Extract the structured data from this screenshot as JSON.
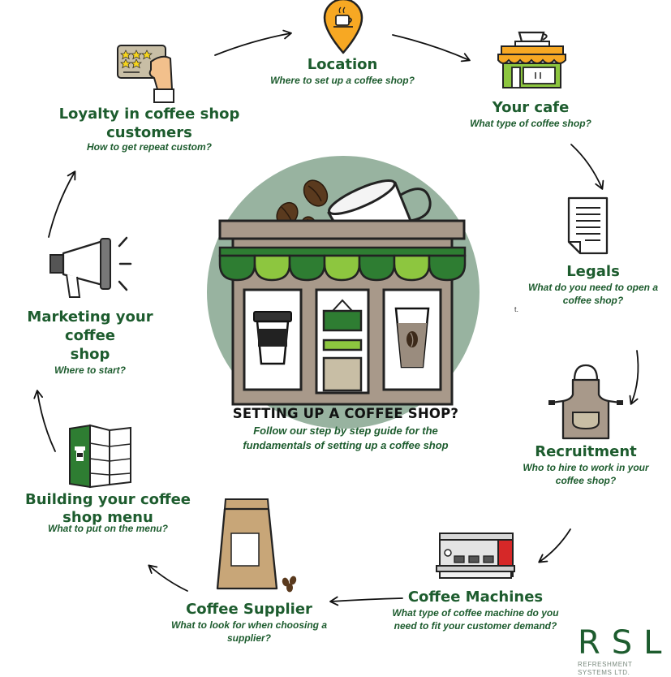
{
  "center": {
    "title": "SETTING UP A COFFEE SHOP?",
    "subtitle_line1": "Follow our step by step guide for the",
    "subtitle_line2": "fundamentals of setting up a coffee shop"
  },
  "steps": [
    {
      "id": "location",
      "title": "Location",
      "question": "Where to set up a coffee shop?",
      "icon": "location-pin-icon"
    },
    {
      "id": "your-cafe",
      "title": "Your cafe",
      "question": "What type of coffee shop?",
      "icon": "storefront-icon"
    },
    {
      "id": "legals",
      "title": "Legals",
      "question_line1": "What do you need to open a",
      "question_line2": "coffee shop?",
      "icon": "document-icon"
    },
    {
      "id": "recruitment",
      "title": "Recruitment",
      "question_line1": "Who to hire to work in your",
      "question_line2": "coffee shop?",
      "icon": "apron-icon"
    },
    {
      "id": "coffee-machines",
      "title": "Coffee Machines",
      "question_line1": "What type of coffee machine do you",
      "question_line2": "need to fit your customer demand?",
      "icon": "espresso-machine-icon"
    },
    {
      "id": "coffee-supplier",
      "title": "Coffee Supplier",
      "question_line1": "What to look for when choosing a",
      "question_line2": "supplier?",
      "icon": "coffee-bag-icon"
    },
    {
      "id": "menu",
      "title_line1": "Building your coffee",
      "title_line2": "shop menu",
      "question": "What to put on the menu?",
      "icon": "menu-leaflet-icon"
    },
    {
      "id": "marketing",
      "title_line1": "Marketing your coffee",
      "title_line2": "shop",
      "question": "Where to start?",
      "icon": "megaphone-icon"
    },
    {
      "id": "loyalty",
      "title_line1": "Loyalty in coffee shop",
      "title_line2": "customers",
      "question": "How to get repeat custom?",
      "icon": "loyalty-card-icon"
    }
  ],
  "stray_mark": "t.",
  "logo": {
    "letters": "RSL",
    "tagline": "REFRESHMENT SYSTEMS LTD."
  },
  "colors": {
    "dark_green": "#1d5c2e",
    "awning_green": "#8dc63f",
    "awning_dark": "#2e7d32",
    "shop_brown": "#a8998a",
    "circle_bg": "#98b3a0",
    "orange": "#f7a823"
  }
}
